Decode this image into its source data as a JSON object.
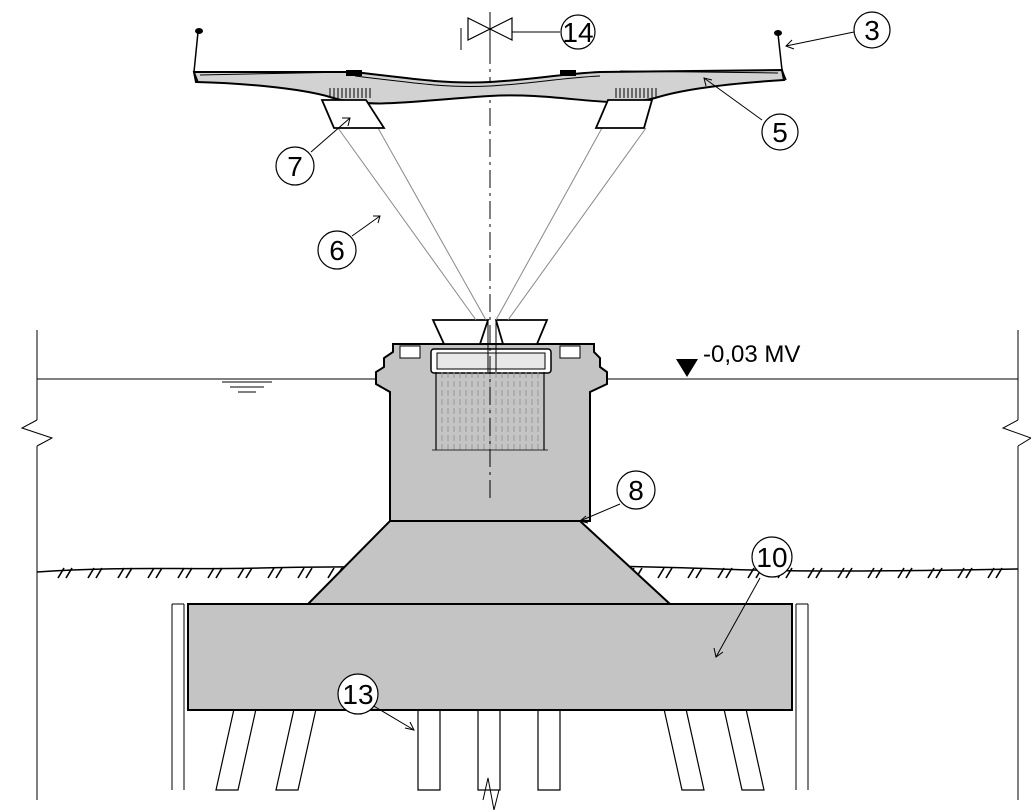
{
  "drawing": {
    "water_level_label": "-0,03 MV",
    "callouts": {
      "c3": "3",
      "c5": "5",
      "c6": "6",
      "c7": "7",
      "c8": "8",
      "c10": "10",
      "c13": "13",
      "c14": "14"
    }
  }
}
